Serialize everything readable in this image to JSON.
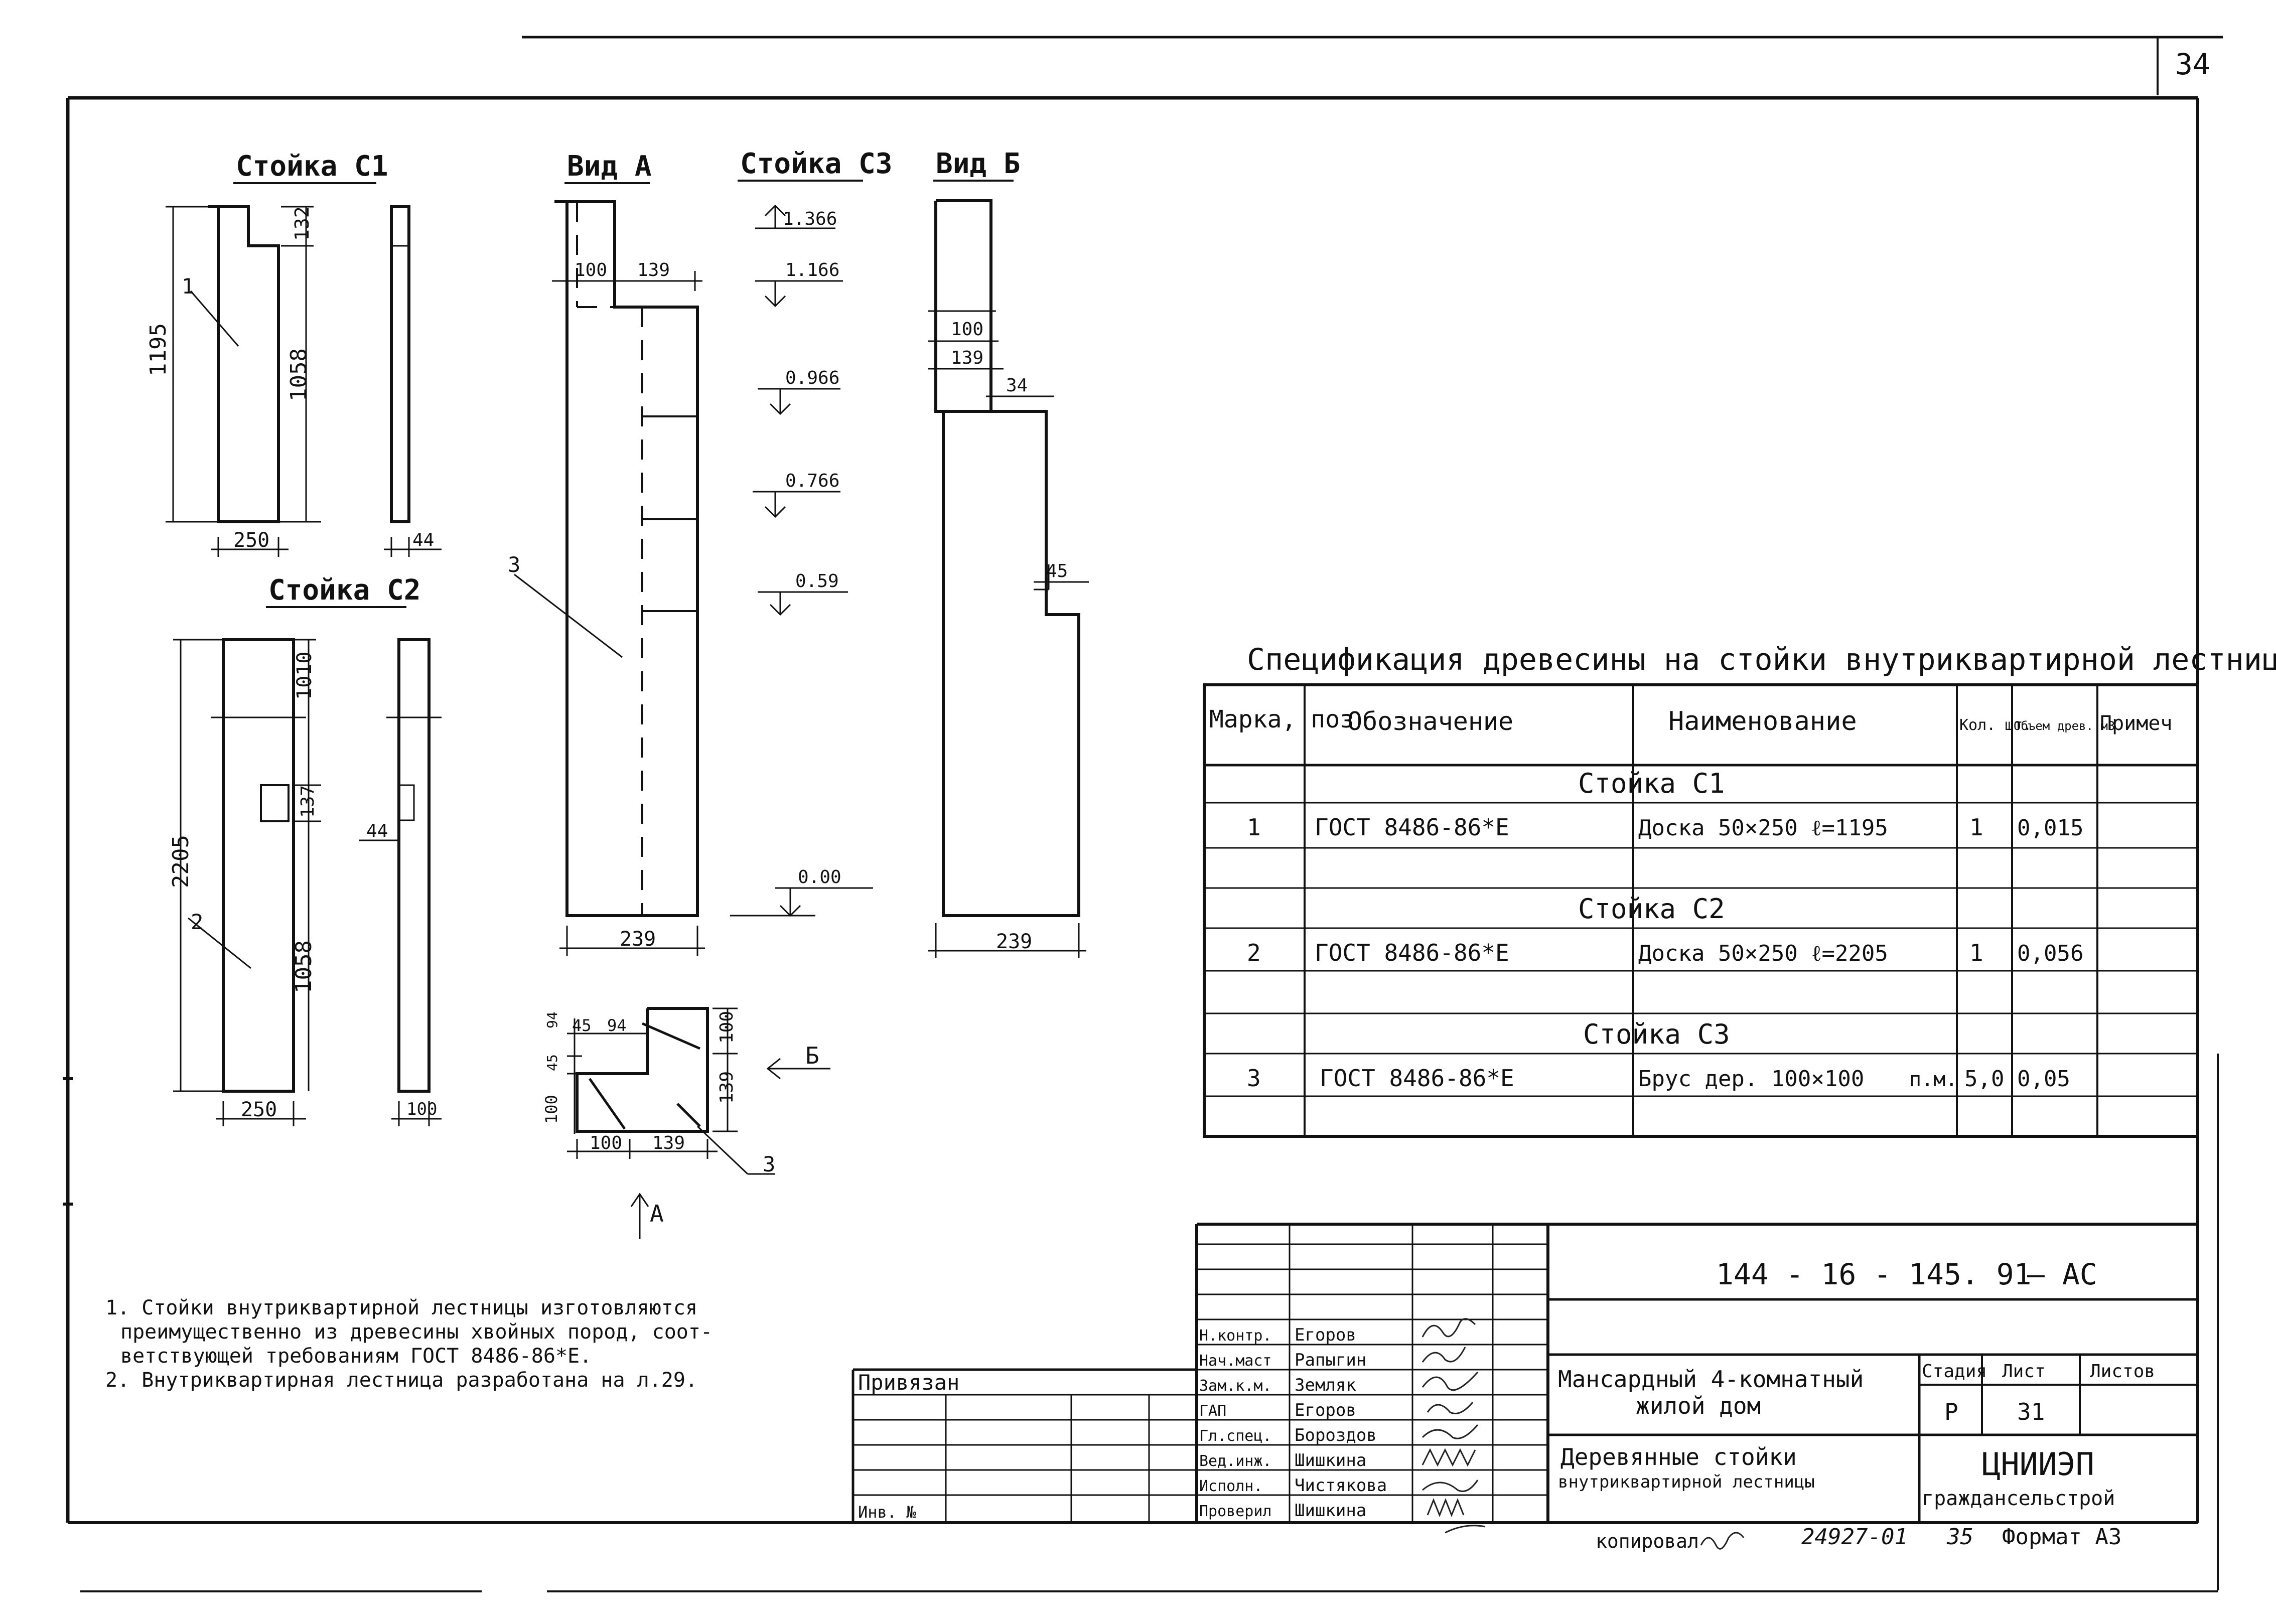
{
  "sheet_number": "34",
  "titles": {
    "stoika_c1": "Стойка С1",
    "vid_a": "Вид А",
    "stoika_c3": "Стойка С3",
    "vid_b": "Вид Б",
    "stoika_c2": "Стойка С2"
  },
  "c1": {
    "height": "1195",
    "h_upper": "132",
    "h_lower": "1058",
    "width": "250",
    "thickness": "44",
    "pos": "1"
  },
  "c2": {
    "height": "2205",
    "h_upper": "1010",
    "h_mid": "137",
    "h_lower": "1058",
    "width": "250",
    "thickness": "44",
    "thk2": "100",
    "pos": "2"
  },
  "vid_a": {
    "dim_100": "100",
    "dim_139": "139",
    "width": "239",
    "pos": "3"
  },
  "c3_levels": [
    "1.366",
    "1.166",
    "0.966",
    "0.766",
    "0.59",
    "0.00"
  ],
  "vid_b": {
    "dim_100": "100",
    "dim_139": "139",
    "dim_34": "34",
    "dim_45": "45",
    "width": "239"
  },
  "section": {
    "top_a": "45",
    "top_b": "94",
    "left_a": "45",
    "left_b": "94",
    "left_c": "100",
    "right_a": "100",
    "right_b": "139",
    "bottom_a": "100",
    "bottom_b": "139",
    "arrow_b": "Б",
    "arrow_a": "А",
    "pos": "3"
  },
  "spec": {
    "title": "Спецификация древесины на стойки внутриквартирной лестницы",
    "headers": [
      "Марка, поз",
      "Обозначение",
      "Наименование",
      "Кол. шт.",
      "Объем древ. м3",
      "Примеч"
    ],
    "groups": [
      {
        "name": "Стойка С1",
        "row": {
          "pos": "1",
          "code": "ГОСТ 8486-86*Е",
          "name": "Доска 50×250  ℓ=1195",
          "unit": "",
          "qty": "1",
          "vol": "0,015"
        }
      },
      {
        "name": "Стойка С2",
        "row": {
          "pos": "2",
          "code": "ГОСТ 8486-86*Е",
          "name": "Доска 50×250  ℓ=2205",
          "unit": "",
          "qty": "1",
          "vol": "0,056"
        }
      },
      {
        "name": "Стойка С3",
        "row": {
          "pos": "3",
          "code": "ГОСТ 8486-86*Е",
          "name": "Брус дер. 100×100",
          "unit": "п.м.",
          "qty": "5,0",
          "vol": "0,05"
        }
      }
    ]
  },
  "notes": [
    "1. Стойки внутриквартирной лестницы изготовляются",
    "преимущественно из древесины хвойных пород, соот-",
    "ветствующей требованиям ГОСТ 8486-86*Е.",
    "2. Внутриквартирная лестница разработана на л.29."
  ],
  "stamp": {
    "code": "144 - 16 - 145. 91",
    "suffix": "– АС",
    "roles": [
      "Н.контр.",
      "Нач.маст",
      "Зам.к.м.",
      "ГАП",
      "Гл.спец.",
      "Вед.инж.",
      "Исполн.",
      "Проверил"
    ],
    "names": [
      "Егоров",
      "Рапыгин",
      "Земляк",
      "Егоров",
      "Бороздов",
      "Шишкина",
      "Чистякова",
      "Шишкина"
    ],
    "privyazan": "Привязан",
    "inv": "Инв. №",
    "project": [
      "Мансардный 4-комнатный",
      "жилой дом"
    ],
    "sheet_title": [
      "Деревянные стойки",
      "внутриквартирной лестницы"
    ],
    "stage_label": "Стадия",
    "stage": "Р",
    "list_label": "Лист",
    "list": "31",
    "lists_label": "Листов",
    "org": [
      "ЦНИИЭП",
      "граждансельстрой"
    ]
  },
  "footer": {
    "copied": "копировал",
    "number": "24927-01",
    "n": "35",
    "format": "Формат А3"
  }
}
